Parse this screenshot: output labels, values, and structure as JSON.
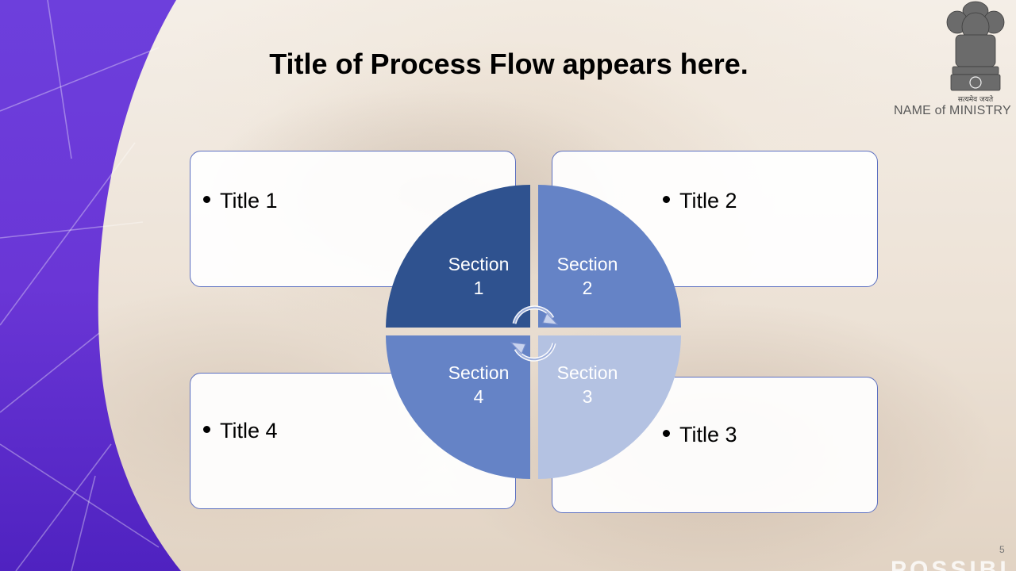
{
  "slide": {
    "title": "Title of Process Flow appears here.",
    "ministry_name": "NAME of MINISTRY",
    "emblem_motto": "सत्यमेव जयते",
    "page_number": "5",
    "footer_brand": "POSSIBLE"
  },
  "diagram": {
    "boxes": [
      {
        "title": "Title 1"
      },
      {
        "title": "Title 2"
      },
      {
        "title": "Title 3"
      },
      {
        "title": "Title 4"
      }
    ],
    "sections": [
      {
        "word": "Section",
        "number": "1",
        "color": "#2f528f"
      },
      {
        "word": "Section",
        "number": "2",
        "color": "#6583c6"
      },
      {
        "word": "Section",
        "number": "3",
        "color": "#b4c2e2"
      },
      {
        "word": "Section",
        "number": "4",
        "color": "#6583c6"
      }
    ],
    "accent_purple": "#6a3fd6",
    "box_border": "#5b6fc0"
  }
}
